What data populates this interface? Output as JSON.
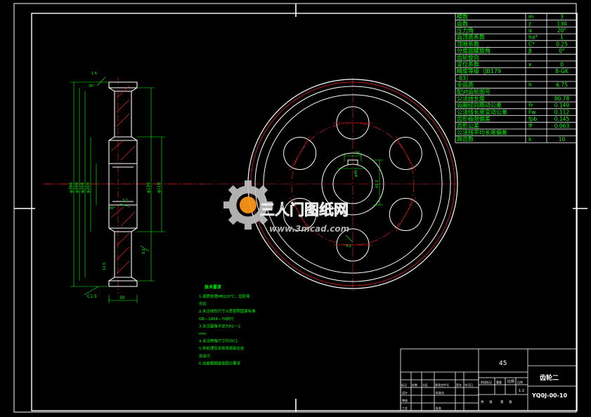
{
  "param_table": {
    "rows": [
      {
        "label": "模数",
        "symbol": "m",
        "value": "3"
      },
      {
        "label": "齿数",
        "symbol": "z",
        "value": "130"
      },
      {
        "label": "压力角",
        "symbol": "α",
        "value": "20°"
      },
      {
        "label": "齿顶高系数",
        "symbol": "ha*",
        "value": "1"
      },
      {
        "label": "顶隙系数",
        "symbol": "C*",
        "value": "0.25"
      },
      {
        "label": "分度圆螺旋角",
        "symbol": "β",
        "value": "0°"
      },
      {
        "label": "齿轮旋向",
        "symbol": "",
        "value": ""
      },
      {
        "label": "变位系数",
        "symbol": "x",
        "value": "0"
      },
      {
        "label": "精度等级（JB179",
        "symbol": "",
        "value": "8-GK"
      },
      {
        "label": "-83）",
        "symbol": "",
        "value": ""
      },
      {
        "label": "全齿高",
        "symbol": "h",
        "value": "6.75"
      },
      {
        "label": "配对齿轮图号",
        "symbol": "",
        "value": ""
      },
      {
        "label": "公法线长度",
        "symbol": "",
        "value": "80.78"
      },
      {
        "label": "齿圈径向跳动公差",
        "symbol": "Fr",
        "value": "0.140"
      },
      {
        "label": "公法线长度变动公差",
        "symbol": "Fw",
        "value": "0.112"
      },
      {
        "label": "齿形极限偏差",
        "symbol": "fpb",
        "value": "0.145"
      },
      {
        "label": "齿形公差",
        "symbol": "ff",
        "value": "0.063"
      },
      {
        "label": "公法线平均长度偏差",
        "symbol": "",
        "value": ""
      },
      {
        "label": "跨齿数",
        "symbol": "k",
        "value": "10"
      }
    ]
  },
  "watermark": {
    "brand": "三人门图纸网",
    "url": "www.3mcad.com"
  },
  "tech_requirements": {
    "title": "技术要求",
    "lines": [
      "1.调质处理HB220℃，齿轮啮",
      "合区",
      "2.未注线性尺寸公差按照国家标准",
      "GB—1804—79执行",
      "3.未注圆角半径为R1～3",
      "mm",
      "4.未注倒角尺寸均为C1",
      "5.热处理后去除表面氧化皮",
      "及油污",
      "6.齿面粗糙度按图示要求"
    ]
  },
  "title_block": {
    "material": "45",
    "part_name": "齿轮二",
    "drawing_number": "YQ0J-00-10",
    "scale_label": "比例",
    "scale_value": "1:2",
    "header_cells": [
      "标记",
      "处数",
      "分区",
      "更改文件号",
      "签名",
      "年月日"
    ],
    "role_cells": [
      "设计",
      "标准化",
      "审核",
      "工艺",
      "批准"
    ],
    "stage_cells": [
      "阶段标记",
      "重量",
      "比例"
    ],
    "sheet_cells": [
      "共",
      "张",
      "第",
      "张"
    ]
  },
  "section_dims": {
    "od": "φ396",
    "pitch": "φ390",
    "bore_ring": "φ260",
    "web": "φ200",
    "hub": "φ130",
    "hub_in": "φ110",
    "face_width": "30",
    "chamfer": "C1.5",
    "roughness_top": "1.6",
    "roughness_bottom": "3.2",
    "roughness_mid": "3.2",
    "roughness_left": "12.5",
    "angle": "30°"
  },
  "front_dims": {
    "keyway_width": "14",
    "keyway_depth": "43.3",
    "bore_dia": "φ40",
    "tolerance": "3.2"
  },
  "colors": {
    "frame": "#ffffff",
    "geometry": "#ffffff",
    "center_lines": "#ff2020",
    "dimensions": "#00ff00",
    "watermark_gear": "#bfbfbf",
    "watermark_text": "#1e3c8c"
  }
}
